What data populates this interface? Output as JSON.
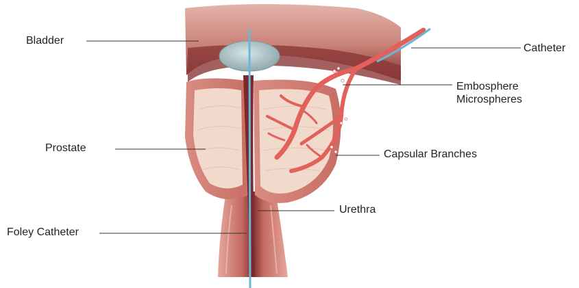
{
  "labels": {
    "bladder": "Bladder",
    "prostate": "Prostate",
    "foley_catheter": "Foley Catheter",
    "catheter": "Catheter",
    "embosphere_line1": "Embosphere",
    "embosphere_line2": "Microspheres",
    "capsular_branches": "Capsular Branches",
    "urethra": "Urethra"
  },
  "colors": {
    "muscle_dark": "#8a3a3a",
    "muscle_mid": "#c56a62",
    "muscle_light": "#e8aaa0",
    "prostate_tissue": "#f1d9cc",
    "artery": "#e2615a",
    "catheter_blue": "#6ab7d6",
    "balloon": "#a9c3c7",
    "leader_line": "#333333"
  }
}
